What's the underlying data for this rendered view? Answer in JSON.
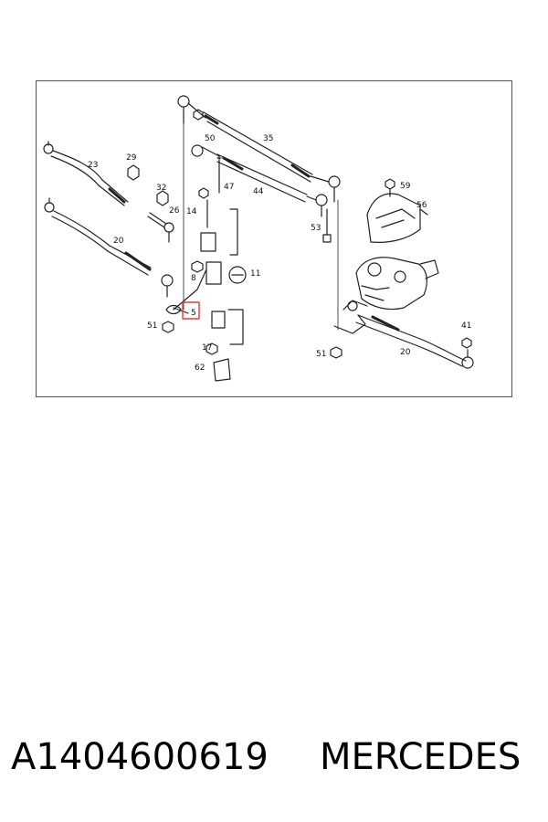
{
  "diagram": {
    "highlight_color": "#e23b3b",
    "callouts": {
      "c35": "35",
      "c50": "50",
      "c23": "23",
      "c29": "29",
      "c32": "32",
      "c26": "26",
      "c47": "47",
      "c44": "44",
      "c59": "59",
      "c56": "56",
      "c14": "14",
      "c53": "53",
      "c20a": "20",
      "c8": "8",
      "c11": "11",
      "c5": "5",
      "c51a": "51",
      "c17": "17",
      "c62": "62",
      "c51b": "51",
      "c41": "41",
      "c20b": "20"
    }
  },
  "caption": {
    "part_number": "A1404600619",
    "brand": "MERCEDES"
  }
}
